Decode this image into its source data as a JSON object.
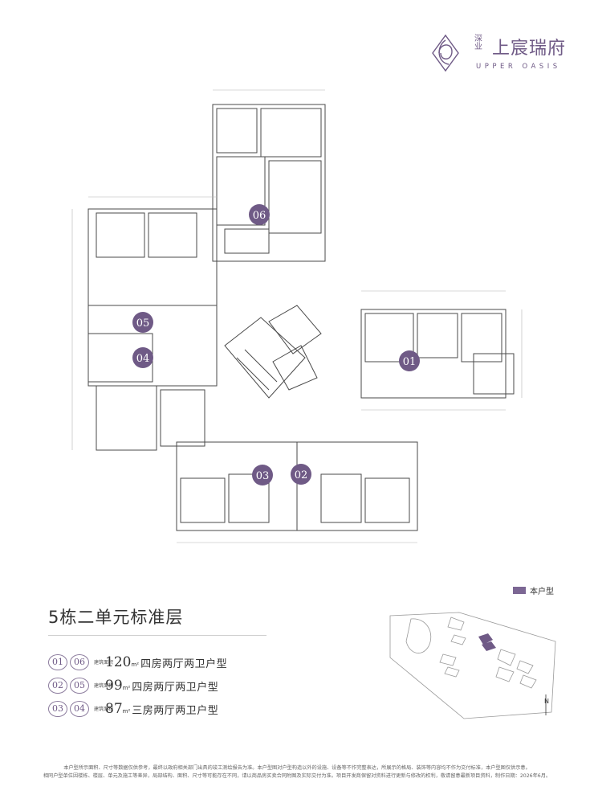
{
  "brand": {
    "prefix": "深业",
    "name": "上宸瑞府",
    "english": "UPPER OASIS",
    "color": "#6f5a86"
  },
  "plan": {
    "units": [
      "01",
      "02",
      "03",
      "04",
      "05",
      "06"
    ]
  },
  "legend": {
    "label": "本户型",
    "color": "#7c6794"
  },
  "title": "5栋二单元标准层",
  "unit_types": [
    {
      "units": [
        "01",
        "06"
      ],
      "area_tag": "建筑面积",
      "area": "120",
      "unit": "m²",
      "desc": "四房两厅两卫户型"
    },
    {
      "units": [
        "02",
        "05"
      ],
      "area_tag": "建筑面积",
      "area": "99",
      "unit": "m²",
      "desc": "四房两厅两卫户型"
    },
    {
      "units": [
        "03",
        "04"
      ],
      "area_tag": "建筑面积",
      "area": "87",
      "unit": "m²",
      "desc": "三房两厅两卫户型"
    }
  ],
  "north_label": "N",
  "footnote": [
    "本户型所示面积、尺寸等数据仅供参考，最终以政府相关部门出具的竣工测绘报告为准。本户型图对户型构造以外的设施、设备等不作完整表达，所展示的格局、装饰等内容均不作为交付标准，本户型图仅供示意。",
    "相同户型单位因楼栋、楼层、单元及施工等差异，局部结构、面积、尺寸等可能存在不同，请以商品房买卖合同附图及实际交付为准。项目开发商保留对资料进行更新与修改的权利，敬请留意最新项目资料，制作日期：2026年6月。"
  ]
}
